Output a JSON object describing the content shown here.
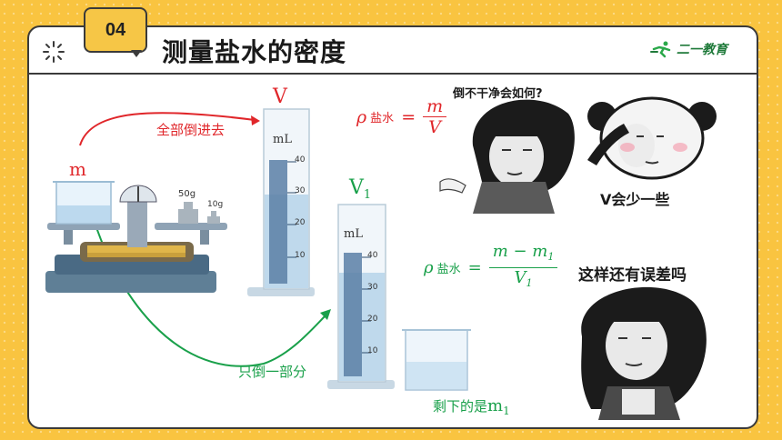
{
  "badge": "04",
  "title": "测量盐水的密度",
  "logo": {
    "text": "二一教育",
    "icon": "runner-icon"
  },
  "labels": {
    "m": "m",
    "V": "V",
    "V1_base": "V",
    "V1_sub": "1",
    "pour_all": "全部倒进去",
    "pour_part": "只倒一部分",
    "remaining_text": "剩下的是",
    "remaining_m": "m",
    "remaining_sub": "1"
  },
  "cylinder_large": {
    "unit": "mL",
    "ticks": [
      "40",
      "30",
      "20",
      "10"
    ]
  },
  "cylinder_small": {
    "unit": "mL",
    "ticks": [
      "40",
      "30",
      "20",
      "10"
    ]
  },
  "balance": {
    "weight_large": "50g",
    "weight_small": "10g"
  },
  "formula1": {
    "rho": "ρ",
    "sub": "盐水",
    "eq": "=",
    "numerator": "m",
    "denominator": "V"
  },
  "formula2": {
    "rho": "ρ",
    "sub": "盐水",
    "eq": "=",
    "num_a": "m − m",
    "num_sub": "1",
    "den_base": "V",
    "den_sub": "1"
  },
  "memes": {
    "top_caption": "倒不干净会如何?",
    "panda_caption": "V会少一些",
    "bottom_caption": "这样还有误差吗"
  },
  "colors": {
    "accent_red": "#e0262a",
    "accent_green": "#19a04a",
    "frame": "#3a3a3a",
    "background": "#f9c440"
  }
}
